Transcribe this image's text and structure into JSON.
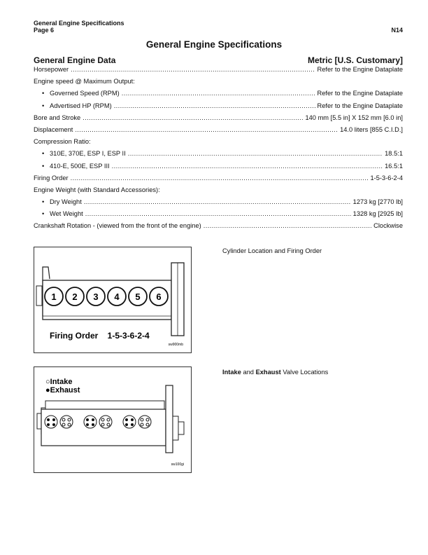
{
  "header": {
    "line1": "General Engine Specifications",
    "line2": "Page 6",
    "code": "N14"
  },
  "title": "General Engine Specifications",
  "section": {
    "left": "General Engine Data",
    "right": "Metric [U.S. Customary]"
  },
  "rows": [
    {
      "label": "Horsepower",
      "value": "Refer to the Engine Dataplate"
    },
    {
      "label": "Engine speed @ Maximum Output:",
      "value": ""
    },
    {
      "label": "Governed Speed (RPM)",
      "value": "Refer to the Engine Dataplate",
      "bullet": "•"
    },
    {
      "label": "Advertised HP (RPM)",
      "value": "Refer to the Engine Dataplate",
      "bullet": "•"
    },
    {
      "label": "Bore and Stroke",
      "value": "140 mm [5.5 in] X 152 mm [6.0 in]"
    },
    {
      "label": "Displacement",
      "value": "14.0 liters [855 C.I.D.]"
    },
    {
      "label": "Compression Ratio:",
      "value": ""
    },
    {
      "label": "310E, 370E, ESP I, ESP II",
      "value": "18.5:1",
      "bullet": "•"
    },
    {
      "label": "410-E, 500E, ESP III",
      "value": "16.5:1",
      "bullet": "•"
    },
    {
      "label": "Firing Order",
      "value": "1-5-3-6-2-4"
    },
    {
      "label": "Engine Weight (with Standard Accessories):",
      "value": ""
    },
    {
      "label": "Dry Weight",
      "value": "1273 kg [2770 lb]",
      "bullet": "•"
    },
    {
      "label": "Wet Weight",
      "value": "1328 kg [2925 lb]",
      "bullet": "•"
    },
    {
      "label": "Crankshaft Rotation - (viewed from the front of the engine)",
      "value": "Clockwise"
    }
  ],
  "figure1": {
    "cylinders": [
      "1",
      "2",
      "3",
      "4",
      "5",
      "6"
    ],
    "firing_label": "Firing Order    1-5-3-6-2-4",
    "ref": "sw900mb",
    "caption": "Cylinder Location and Firing Order"
  },
  "figure2": {
    "legend_intake": "○Intake",
    "legend_exhaust": "●Exhaust",
    "ref": "sw100gi",
    "caption_intake": "Intake",
    "caption_and": " and ",
    "caption_exhaust": "Exhaust",
    "caption_rest": " Valve Locations"
  }
}
